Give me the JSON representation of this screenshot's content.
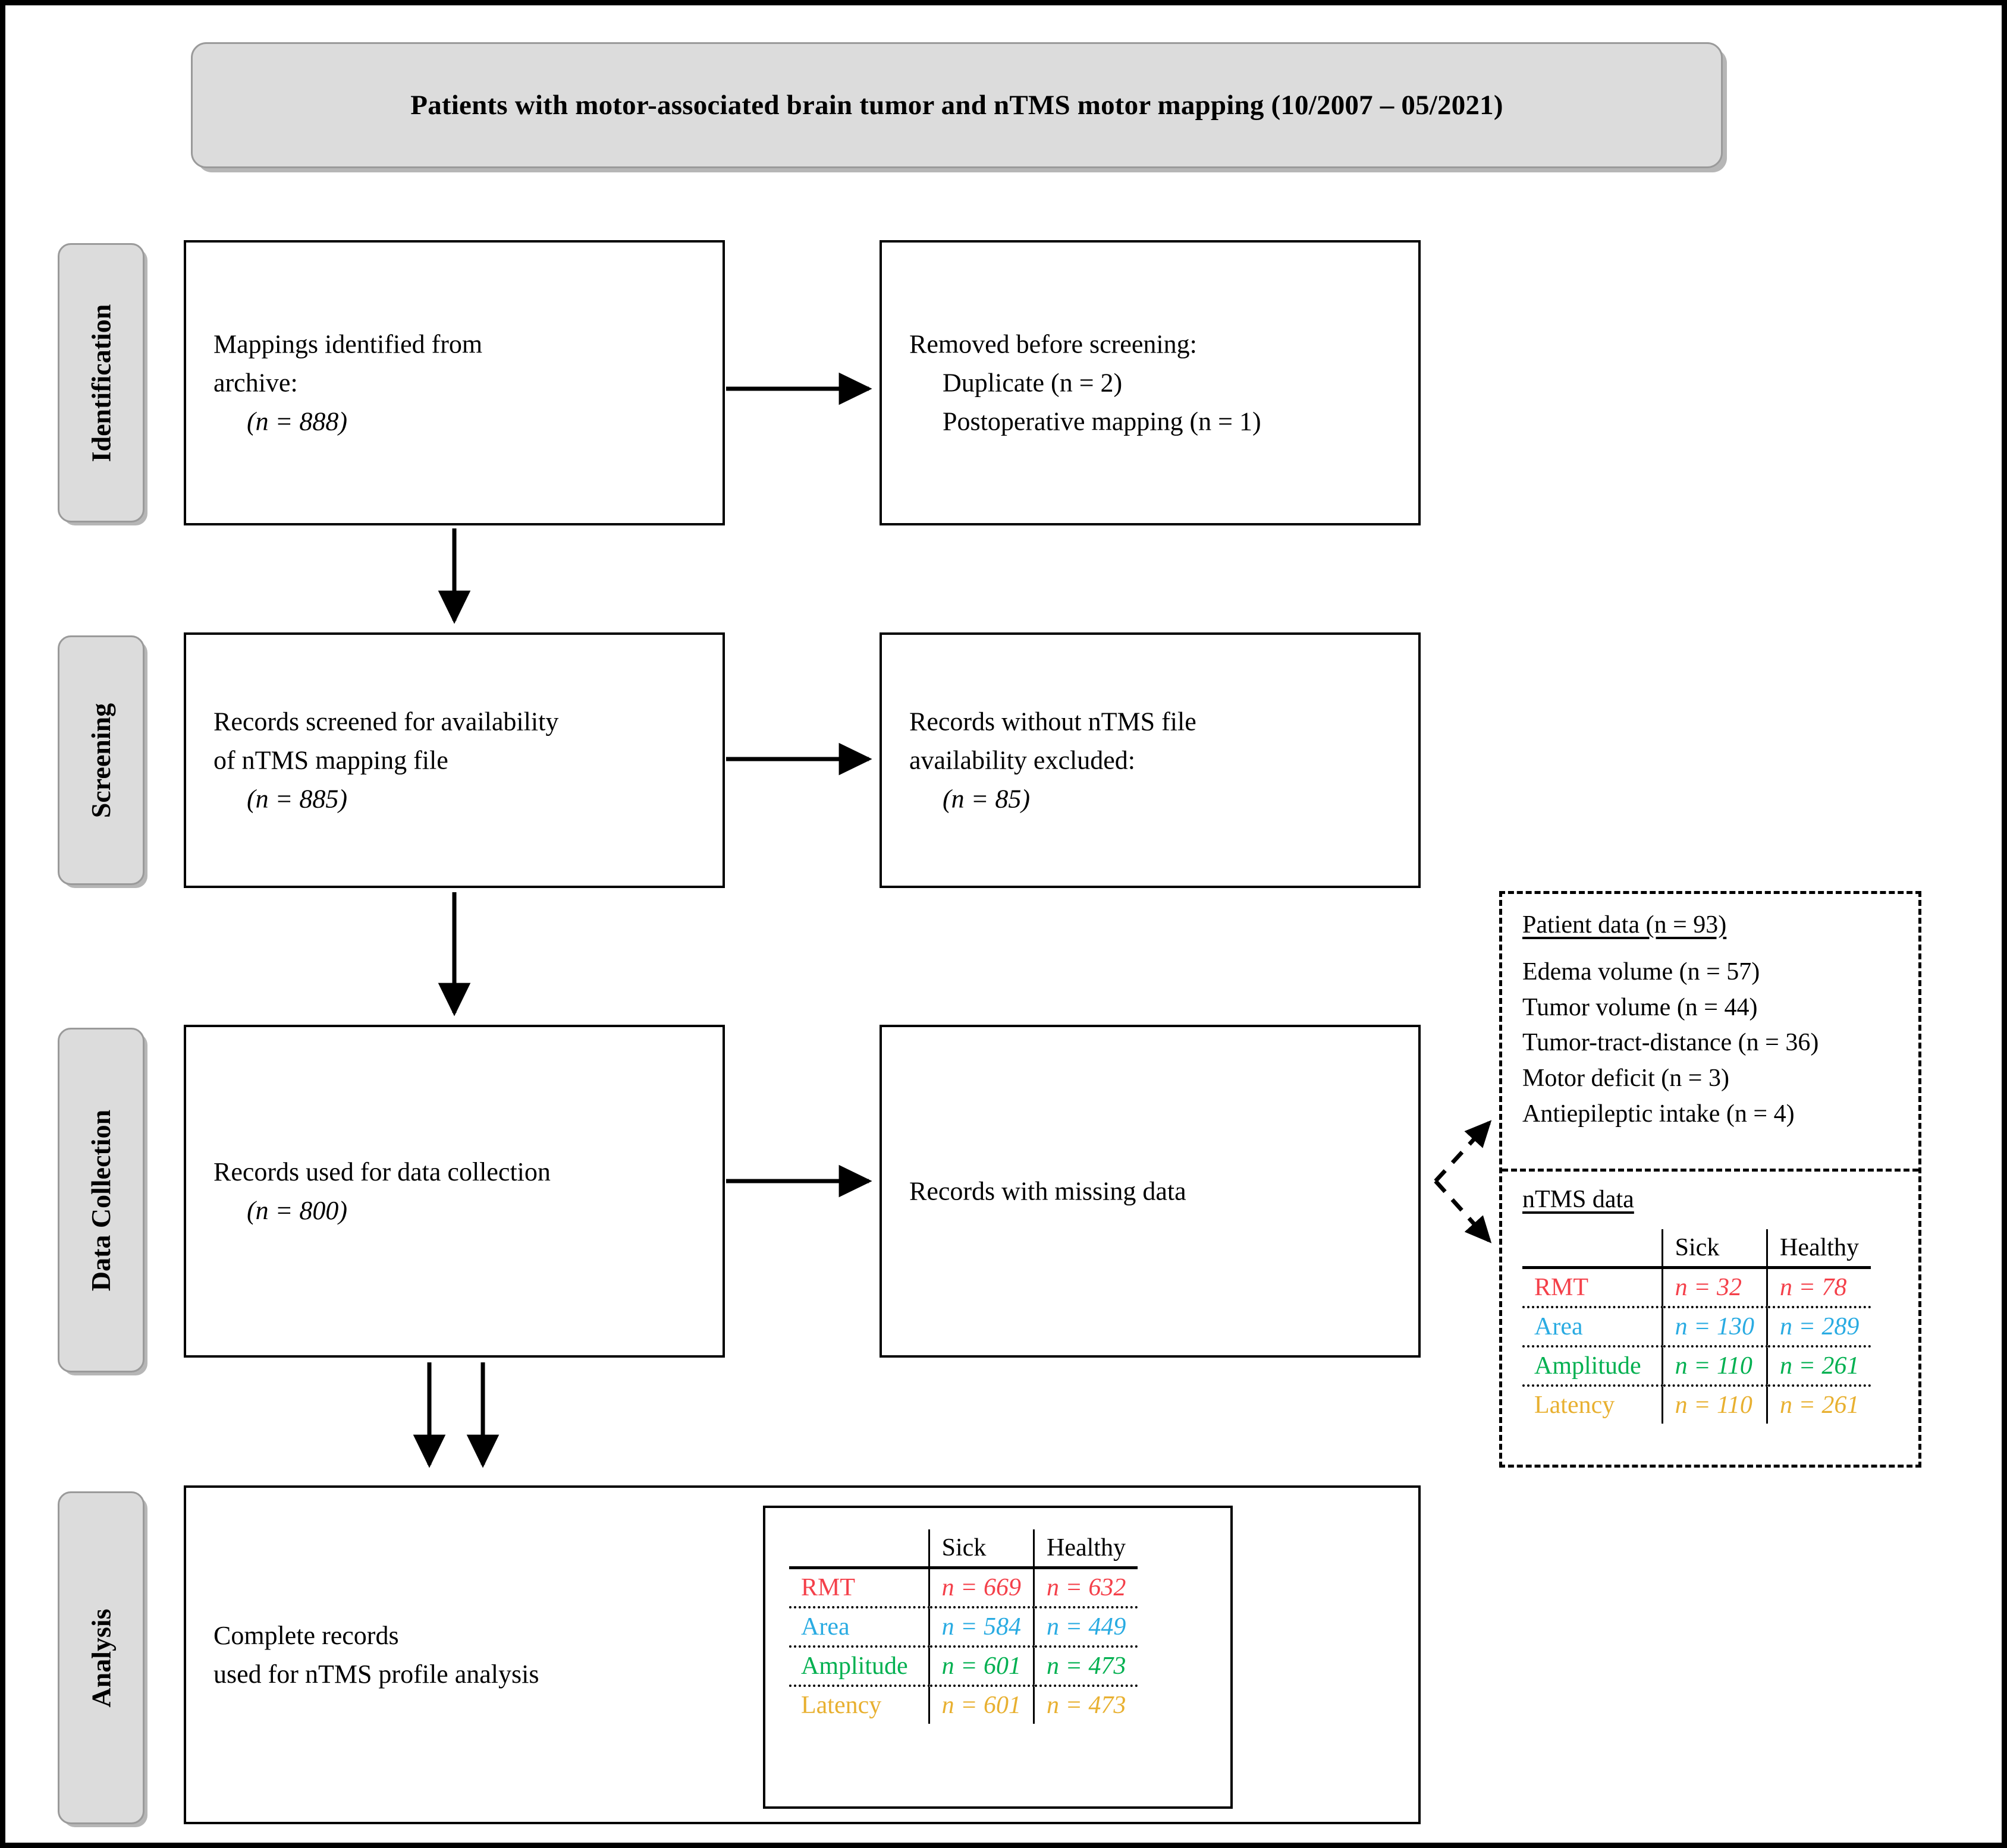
{
  "title": "Patients with motor-associated brain tumor and nTMS motor mapping (10/2007 – 05/2021)",
  "stages": [
    {
      "label": "Identification"
    },
    {
      "label": "Screening"
    },
    {
      "label": "Data Collection"
    },
    {
      "label": "Analysis"
    }
  ],
  "boxes": {
    "identified": {
      "line1": "Mappings identified from",
      "line2": "archive:",
      "line3": "(n = 888)"
    },
    "removed": {
      "line1": "Removed before screening:",
      "line2": "Duplicate (n = 2)",
      "line3": "Postoperative mapping (n = 1)"
    },
    "screened": {
      "line1": "Records screened for availability",
      "line2": "of nTMS mapping file",
      "line3": "(n = 885)"
    },
    "excluded": {
      "line1": "Records without nTMS file",
      "line2": "availability excluded:",
      "line3": "(n = 85)"
    },
    "collection": {
      "line1": "Records used for data collection",
      "line2": "(n = 800)"
    },
    "missing": {
      "line1": "Records with missing data"
    },
    "analysis": {
      "line1": "Complete records",
      "line2": "used for nTMS profile analysis"
    }
  },
  "missing_panel": {
    "patient_heading": "Patient data (n = 93)",
    "patient_items": [
      "Edema volume (n = 57)",
      "Tumor volume (n = 44)",
      "Tumor-tract-distance (n = 36)",
      "Motor deficit (n = 3)",
      "Antiepileptic intake (n = 4)"
    ],
    "ntms_heading": "nTMS data",
    "table": {
      "columns": [
        "",
        "Sick",
        "Healthy"
      ],
      "rows": [
        {
          "metric": "RMT",
          "color": "#F4404A",
          "sick": "n = 32",
          "healthy": "n = 78"
        },
        {
          "metric": "Area",
          "color": "#29ABE2",
          "sick": "n = 130",
          "healthy": "n = 289"
        },
        {
          "metric": "Amplitude",
          "color": "#00B050",
          "sick": "n = 110",
          "healthy": "n = 261"
        },
        {
          "metric": "Latency",
          "color": "#E8B030",
          "sick": "n = 110",
          "healthy": "n = 261"
        }
      ]
    }
  },
  "analysis_table": {
    "columns": [
      "",
      "Sick",
      "Healthy"
    ],
    "rows": [
      {
        "metric": "RMT",
        "color": "#F4404A",
        "sick": "n = 669",
        "healthy": "n = 632"
      },
      {
        "metric": "Area",
        "color": "#29ABE2",
        "sick": "n = 584",
        "healthy": "n = 449"
      },
      {
        "metric": "Amplitude",
        "color": "#00B050",
        "sick": "n = 601",
        "healthy": "n = 473"
      },
      {
        "metric": "Latency",
        "color": "#E8B030",
        "sick": "n = 601",
        "healthy": "n = 473"
      }
    ]
  },
  "colors": {
    "rmt": "#F4404A",
    "area": "#29ABE2",
    "amplitude": "#00B050",
    "latency": "#E8B030",
    "stage_fill": "#DCDCDC",
    "stage_border": "#9A9A9A",
    "line": "#000000"
  }
}
